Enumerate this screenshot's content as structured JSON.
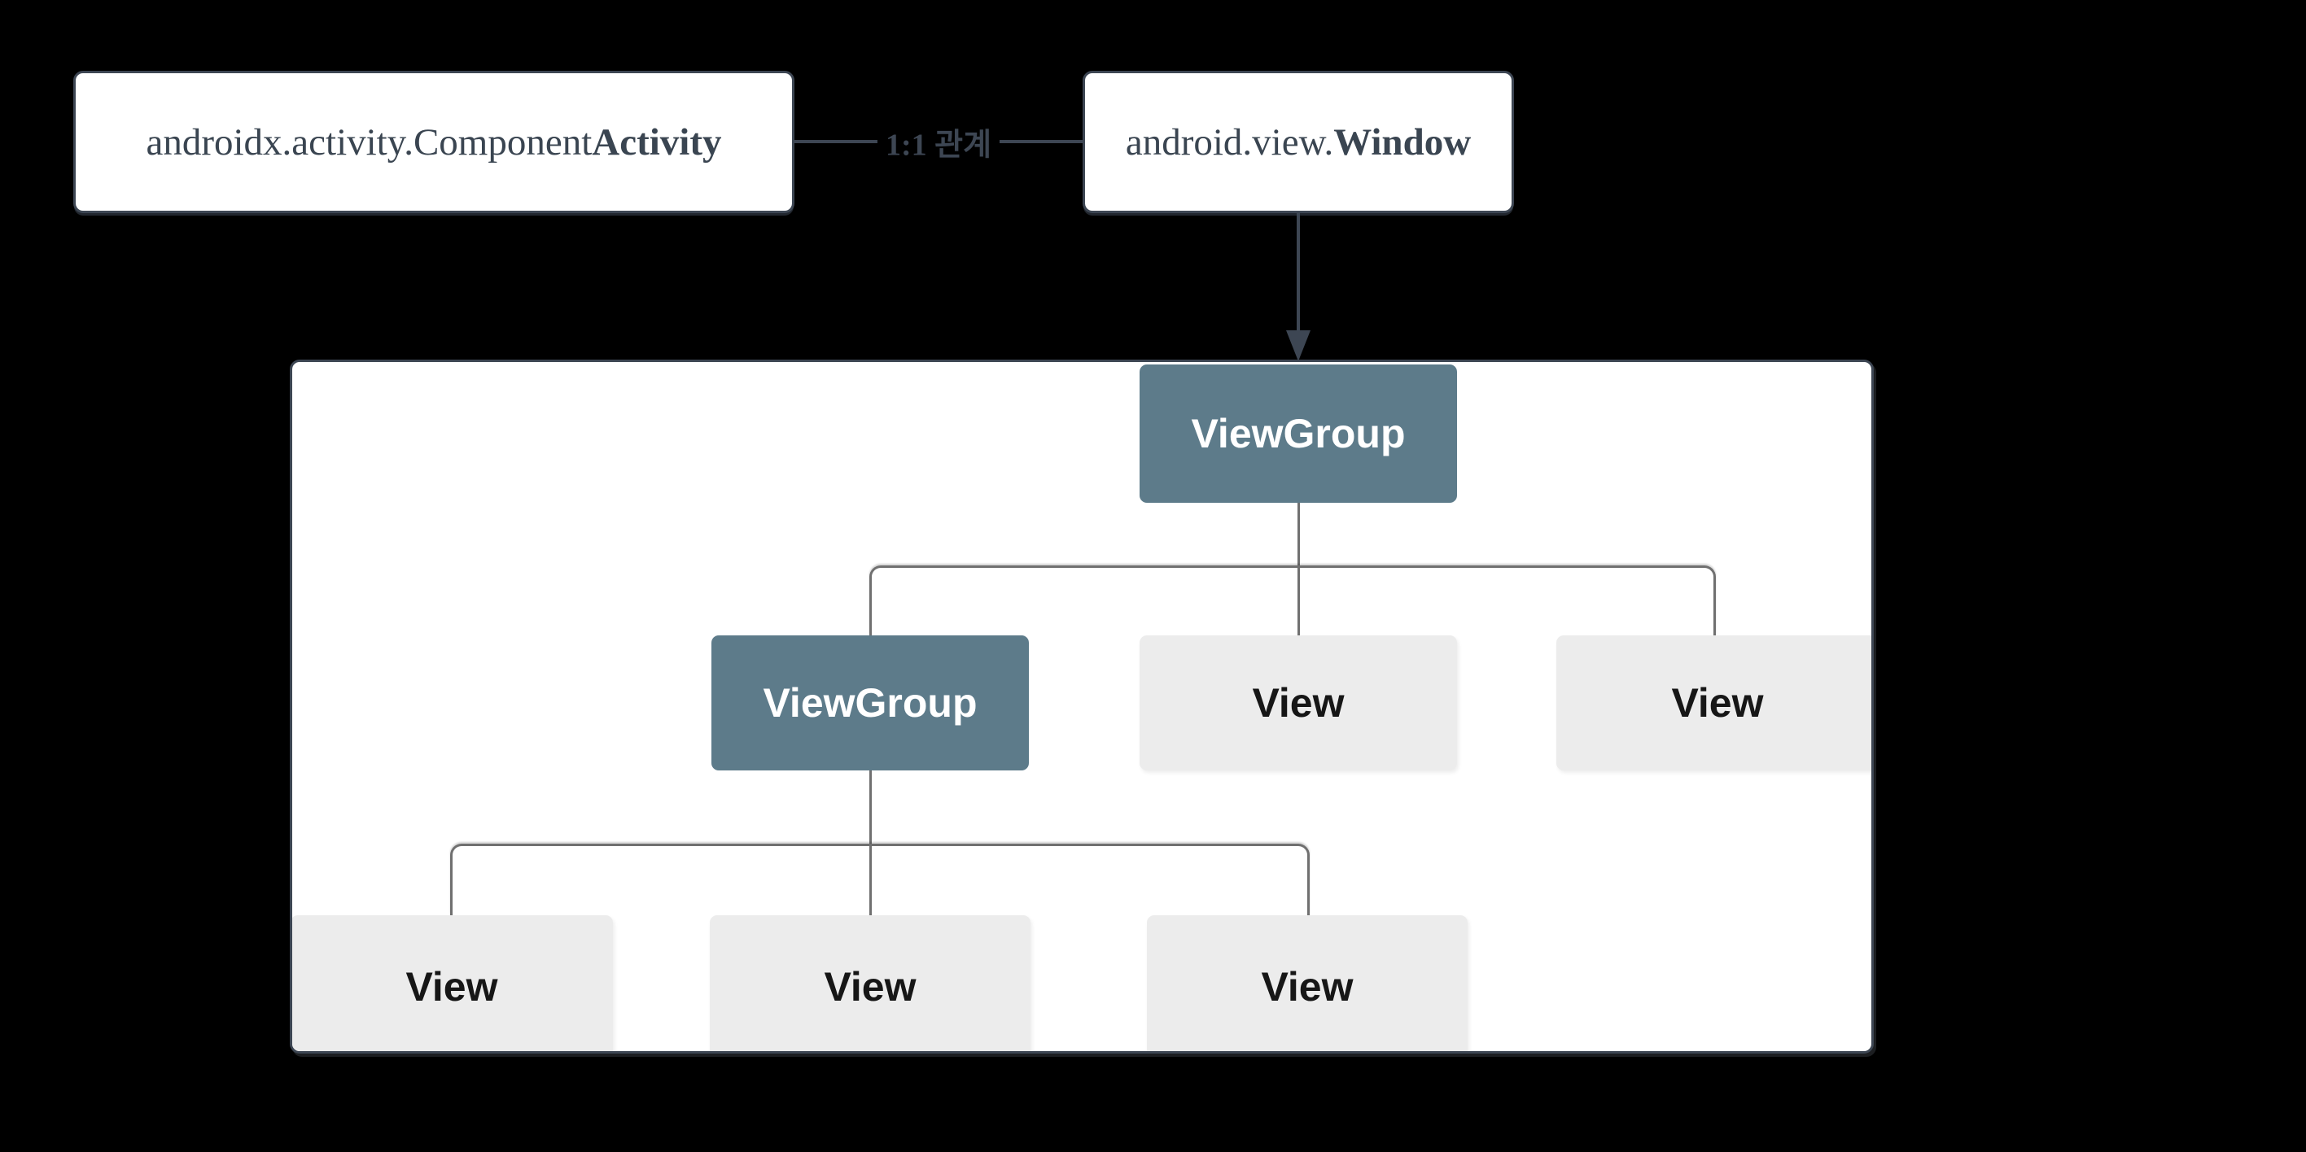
{
  "colors": {
    "background": "#000000",
    "accent_border": "#3d4653",
    "class_box_text": "#3a4551",
    "viewgroup_fill": "#5d7b8a",
    "view_fill": "#ececec",
    "view_text": "#161616",
    "tree_line": "#707070",
    "node_text_light": "#ffffff"
  },
  "top_row": {
    "activity_box": {
      "text_regular": "androidx.activity.Component",
      "text_bold": "Activity"
    },
    "relation_label": "1:1 관계",
    "window_box": {
      "text_regular": "android.view.",
      "text_bold": "Window"
    }
  },
  "hierarchy": {
    "root": {
      "label": "ViewGroup"
    },
    "children": [
      {
        "label": "ViewGroup"
      },
      {
        "label": "View"
      },
      {
        "label": "View"
      }
    ],
    "grandchildren": [
      {
        "label": "View"
      },
      {
        "label": "View"
      },
      {
        "label": "View"
      }
    ]
  }
}
